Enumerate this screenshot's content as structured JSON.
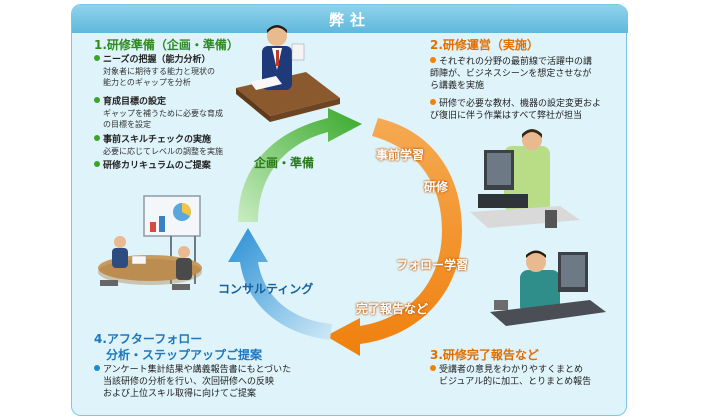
{
  "header": {
    "title": "弊社"
  },
  "sections": {
    "s1": {
      "title": "1.研修準備（企画・準備）",
      "items": [
        {
          "head": "ニーズの把握（能力分析）",
          "desc": [
            "対象者に期待する能力と現状の",
            "能力とのギャップを分析"
          ]
        },
        {
          "head": "育成目標の設定",
          "desc": [
            "ギャップを補うために必要な育成",
            "の目標を設定"
          ]
        },
        {
          "head": "事前スキルチェックの実施",
          "desc": [
            "必要に応じてレベルの調整を実施"
          ]
        },
        {
          "head": "研修カリキュラムのご提案",
          "desc": []
        }
      ]
    },
    "s2": {
      "title": "2.研修運営（実施）",
      "items": [
        {
          "lines": [
            "それぞれの分野の最前線で活躍中の講",
            "師陣が、ビジネスシーンを想定させなが",
            "ら講義を実施"
          ]
        },
        {
          "lines": [
            "研修で必要な教材、機器の設定変更およ",
            "び復旧に伴う作業はすべて弊社が担当"
          ]
        }
      ]
    },
    "s3": {
      "title": "3.研修完了報告など",
      "items": [
        {
          "lines": [
            "受講者の意見をわかりやすくまとめ",
            "ビジュアル的に加工、とりまとめ報告"
          ]
        }
      ]
    },
    "s4": {
      "title_lines": [
        "4.アフターフォロー",
        "分析・ステップアップご提案"
      ],
      "items": [
        {
          "lines": [
            "アンケート集計結果や講義報告書にもとづいた",
            "当該研修の分析を行い、次回研修への反映",
            "および上位スキル取得に向けてご提案"
          ]
        }
      ]
    }
  },
  "cycle": {
    "planning": "企画・準備",
    "pre_learning": "事前学習",
    "training": "研修",
    "follow_up": "フォロー学習",
    "completion": "完了報告など",
    "consulting": "コンサルティング"
  },
  "colors": {
    "green": "#3aa52a",
    "orange": "#f08300",
    "blue": "#1b8cd0",
    "panel": "#dff3fa",
    "banner": "#6cc0e0"
  }
}
